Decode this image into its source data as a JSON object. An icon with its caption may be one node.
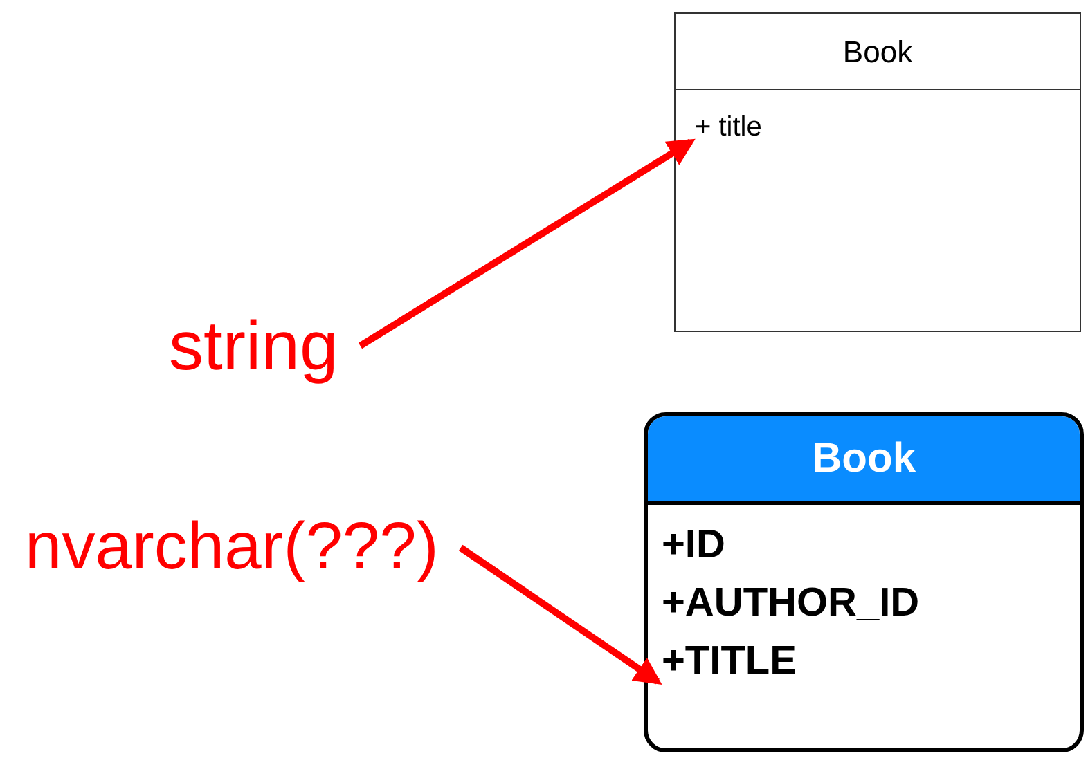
{
  "diagram": {
    "nodes": [
      {
        "text": [
          "Book"
        ]
      },
      {
        "text": [
          "+ title"
        ],
        "in": 0
      },
      {
        "text": [
          "string"
        ]
      },
      {
        "text": [
          "Book"
        ]
      },
      {
        "text": [
          "+ID"
        ],
        "in": 3
      },
      {
        "text": [
          "+AUTHOR_ID"
        ],
        "in": 3
      },
      {
        "text": [
          "+TITLE"
        ],
        "in": 3
      },
      {
        "text": [
          "nvarchar(???)"
        ]
      }
    ],
    "edges": [
      {
        "from": 2,
        "to": 1,
        "arrow": "to",
        "color": "#ff0000"
      },
      {
        "from": 7,
        "to": 6,
        "arrow": "to",
        "color": "#ff0000"
      }
    ]
  }
}
